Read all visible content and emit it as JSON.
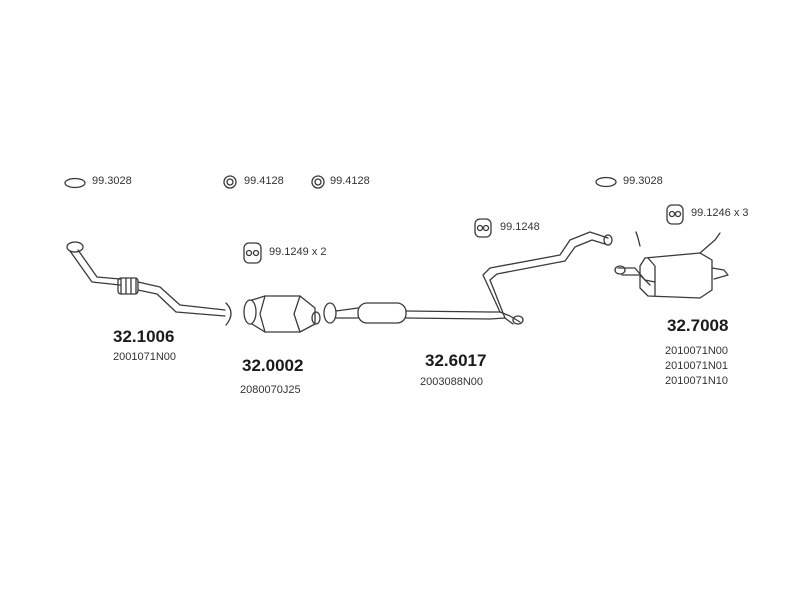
{
  "hardware": [
    {
      "label": "99.3028",
      "icon": "gasket-ring-icon"
    },
    {
      "label": "99.4128",
      "icon": "clamp-ring-icon"
    },
    {
      "label": "99.4128",
      "icon": "clamp-ring-icon"
    },
    {
      "label": "99.3028",
      "icon": "gasket-ring-icon"
    },
    {
      "label": "99.1248",
      "icon": "rubber-mount-icon"
    },
    {
      "label": "99.1249 x 2",
      "icon": "rubber-mount-icon"
    },
    {
      "label": "99.1246 x 3",
      "icon": "rubber-mount-icon"
    }
  ],
  "parts": [
    {
      "number": "32.1006",
      "codes": [
        "2001071N00"
      ],
      "component": "front-pipe"
    },
    {
      "number": "32.0002",
      "codes": [
        "2080070J25"
      ],
      "component": "catalytic-converter"
    },
    {
      "number": "32.6017",
      "codes": [
        "2003088N00"
      ],
      "component": "middle-pipe"
    },
    {
      "number": "32.7008",
      "codes": [
        "2010071N00",
        "2010071N01",
        "2010071N10"
      ],
      "component": "rear-muffler"
    }
  ]
}
